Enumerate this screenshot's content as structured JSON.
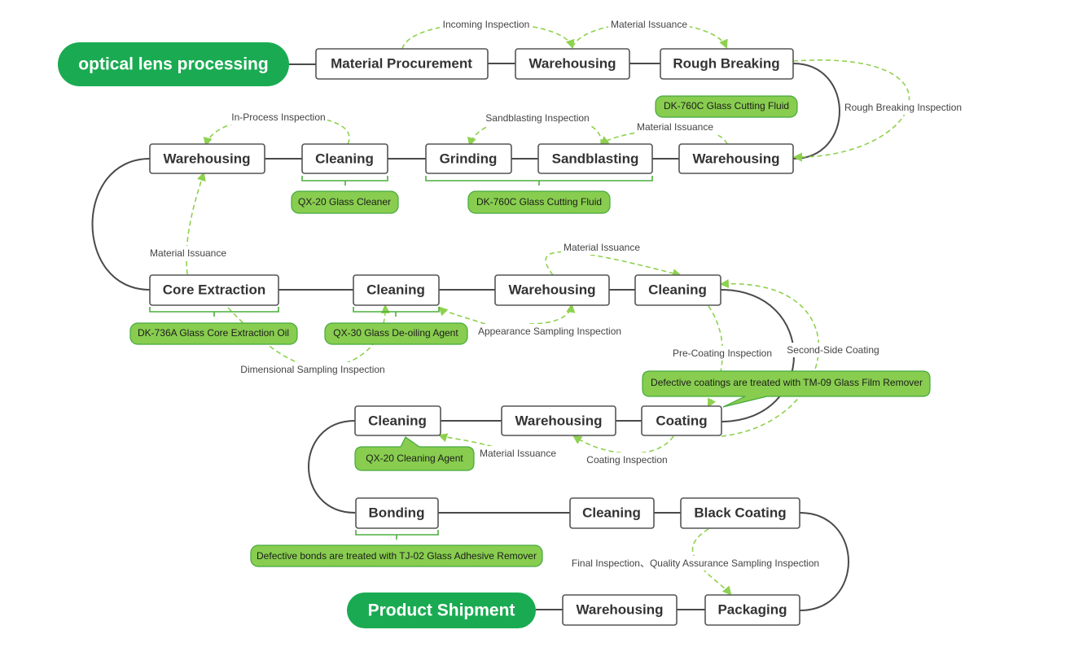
{
  "start": {
    "label": "optical lens processing"
  },
  "end": {
    "label": "Product Shipment"
  },
  "steps": {
    "material_procurement": "Material Procurement",
    "warehousing_1": "Warehousing",
    "rough_breaking": "Rough Breaking",
    "warehousing_2": "Warehousing",
    "sandblasting": "Sandblasting",
    "grinding": "Grinding",
    "cleaning_1": "Cleaning",
    "warehousing_3": "Warehousing",
    "core_extraction": "Core Extraction",
    "cleaning_2": "Cleaning",
    "warehousing_4": "Warehousing",
    "cleaning_3": "Cleaning",
    "coating": "Coating",
    "warehousing_5": "Warehousing",
    "cleaning_4": "Cleaning",
    "bonding": "Bonding",
    "cleaning_5": "Cleaning",
    "black_coating": "Black Coating",
    "packaging": "Packaging",
    "warehousing_6": "Warehousing"
  },
  "tags": {
    "rough_breaking_fluid": "DK-760C Glass Cutting Fluid",
    "cleaner_qx20": "QX-20 Glass Cleaner",
    "grinding_fluid": "DK-760C Glass Cutting Fluid",
    "core_oil": "DK-736A Glass Core Extraction Oil",
    "deoiling_agent": "QX-30 Glass De-oiling Agent",
    "film_remover": "Defective coatings are treated with TM-09 Glass Film Remover",
    "cleaning_agent": "QX-20 Cleaning Agent",
    "adhesive_remover": "Defective bonds are treated with TJ-02 Glass Adhesive Remover"
  },
  "notes": {
    "incoming_inspection": "Incoming Inspection",
    "material_issuance_1": "Material Issuance",
    "rough_breaking_inspection": "Rough Breaking Inspection",
    "in_process_inspection": "In-Process Inspection",
    "sandblasting_inspection": "Sandblasting Inspection",
    "material_issuance_2": "Material Issuance",
    "material_issuance_3": "Material Issuance",
    "material_issuance_4": "Material Issuance",
    "appearance_sampling": "Appearance Sampling Inspection",
    "dimensional_sampling": "Dimensional Sampling Inspection",
    "pre_coating_inspection": "Pre-Coating Inspection",
    "second_side_coating": "Second-Side Coating",
    "material_issuance_5": "Material Issuance",
    "coating_inspection": "Coating Inspection",
    "final_inspection": "Final Inspection、Quality Assurance Sampling Inspection"
  },
  "colors": {
    "pill": "#1aab52",
    "tag_fill": "#88cd4f",
    "dashed_arrow": "#8ed14e",
    "flow_line": "#4a4a4a",
    "box_border": "#555555"
  }
}
